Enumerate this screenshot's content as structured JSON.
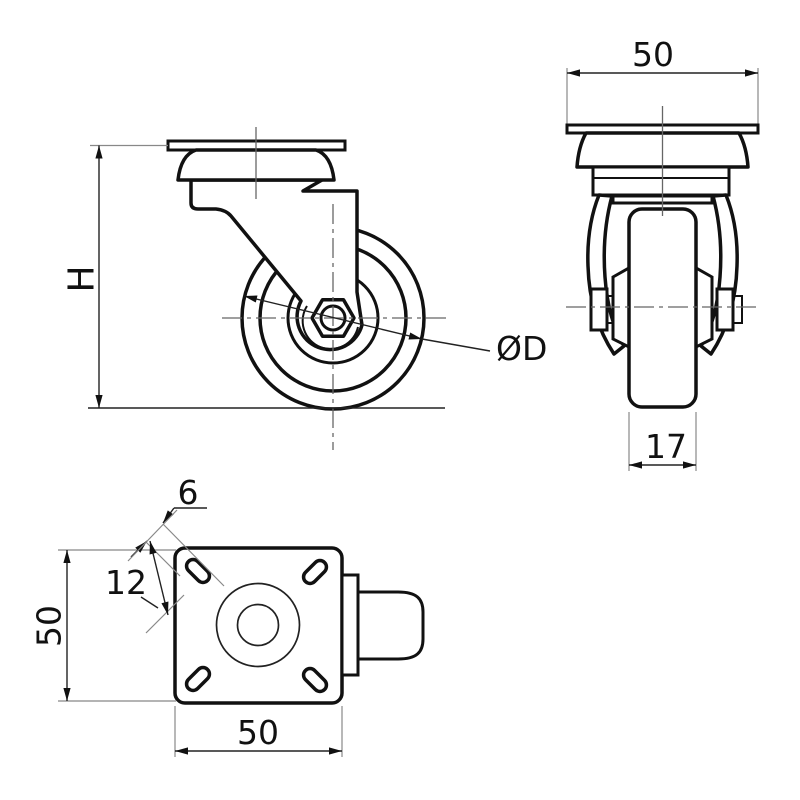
{
  "labels": {
    "side": {
      "height": "H",
      "wheel_diameter": "ØD"
    },
    "front": {
      "plate_width": "50",
      "wheel_width": "17"
    },
    "plan": {
      "slot_width": "6",
      "slot_length": "12",
      "plate_height": "50",
      "plate_width": "50"
    }
  },
  "colors": {
    "ink": "#111111",
    "dimension_line": "#222222",
    "extension_line": "#888888",
    "centerline": "#666666",
    "background": "#ffffff"
  }
}
